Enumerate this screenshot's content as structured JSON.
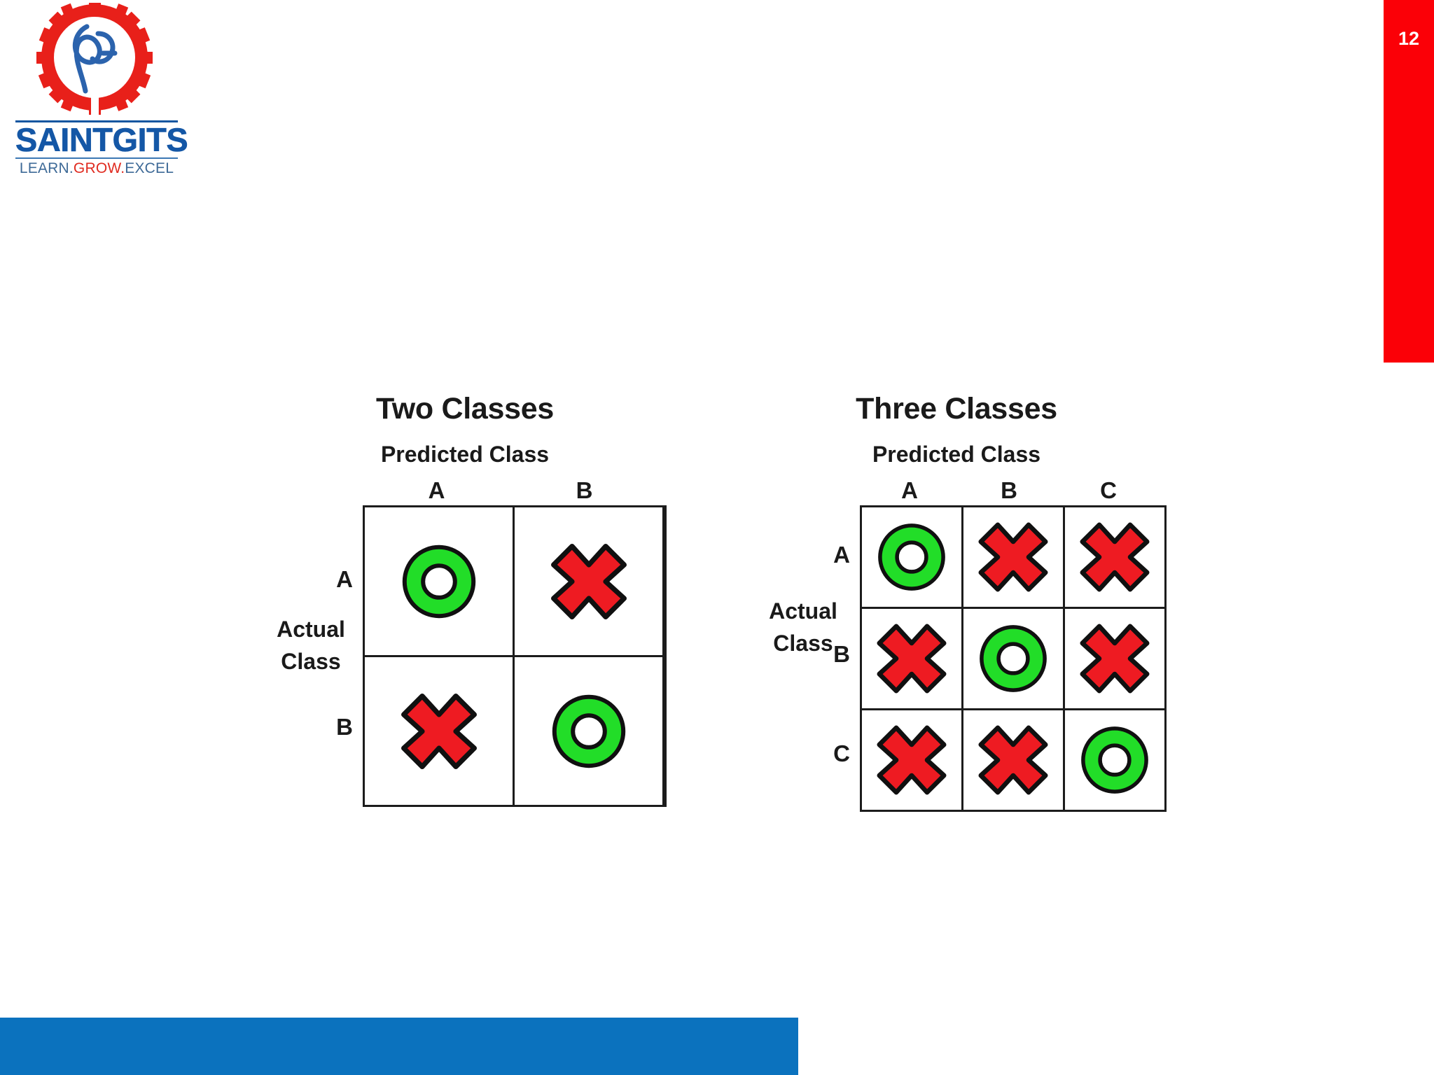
{
  "slide": {
    "page_number": "12",
    "accent_red": "#fb0007",
    "accent_blue": "#0b72be"
  },
  "logo": {
    "name": "SAINTGITS",
    "tagline_parts": [
      "LEARN.",
      "GROW.",
      "EXCEL"
    ],
    "tagline": "LEARN.GROW.EXCEL",
    "emblem_icon": "saintgits-gear-emblem-icon",
    "emblem_ring_color": "#e8201a",
    "emblem_monogram_color": "#2b63ad"
  },
  "figure": {
    "mark_colors": {
      "correct_fill": "#22dd28",
      "correct_stroke": "#101010",
      "incorrect_fill": "#ee1b22",
      "incorrect_stroke": "#101010"
    },
    "panels": [
      {
        "id": "two",
        "title": "Two Classes",
        "predicted_axis_label": "Predicted Class",
        "actual_axis_label_line1": "Actual",
        "actual_axis_label_line2": "Class",
        "column_headers": [
          "A",
          "B"
        ],
        "row_headers": [
          "A",
          "B"
        ],
        "cells": [
          [
            "correct",
            "incorrect"
          ],
          [
            "incorrect",
            "correct"
          ]
        ]
      },
      {
        "id": "three",
        "title": "Three Classes",
        "predicted_axis_label": "Predicted Class",
        "actual_axis_label_line1": "Actual",
        "actual_axis_label_line2": "Class",
        "column_headers": [
          "A",
          "B",
          "C"
        ],
        "row_headers": [
          "A",
          "B",
          "C"
        ],
        "cells": [
          [
            "correct",
            "incorrect",
            "incorrect"
          ],
          [
            "incorrect",
            "correct",
            "incorrect"
          ],
          [
            "incorrect",
            "incorrect",
            "correct"
          ]
        ]
      }
    ]
  },
  "chart_data": {
    "type": "heatmap",
    "title": "Confusion matrix structure: Two Classes and Three Classes",
    "xlabel": "Predicted Class",
    "ylabel": "Actual Class",
    "legend": [
      "correct = green ring (O)",
      "incorrect = red cross (X)"
    ],
    "matrices": [
      {
        "name": "Two Classes",
        "categories_x": [
          "A",
          "B"
        ],
        "categories_y": [
          "A",
          "B"
        ],
        "values": [
          [
            "correct",
            "incorrect"
          ],
          [
            "incorrect",
            "correct"
          ]
        ]
      },
      {
        "name": "Three Classes",
        "categories_x": [
          "A",
          "B",
          "C"
        ],
        "categories_y": [
          "A",
          "B",
          "C"
        ],
        "values": [
          [
            "correct",
            "incorrect",
            "incorrect"
          ],
          [
            "incorrect",
            "correct",
            "incorrect"
          ],
          [
            "incorrect",
            "incorrect",
            "correct"
          ]
        ]
      }
    ]
  }
}
